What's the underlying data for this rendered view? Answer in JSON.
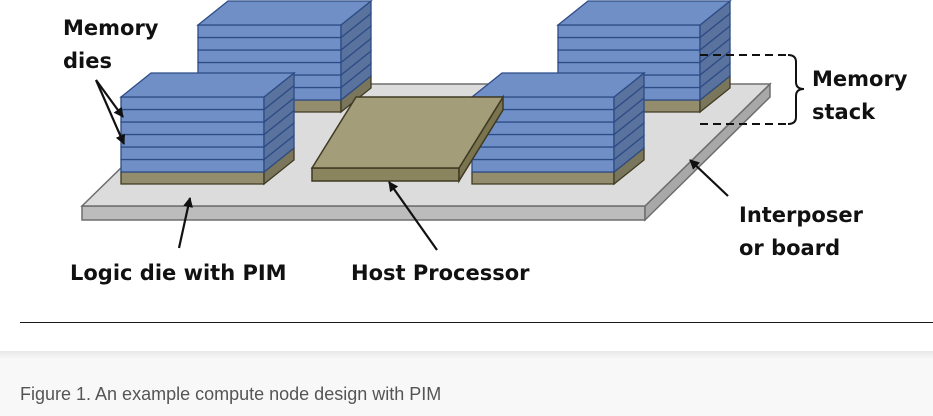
{
  "diagram": {
    "labels": {
      "memory_dies_line1": "Memory",
      "memory_dies_line2": "dies",
      "memory_stack_line1": "Memory",
      "memory_stack_line2": "stack",
      "interposer_line1": "Interposer",
      "interposer_line2": "or board",
      "logic_die": "Logic die with PIM",
      "host_processor": "Host Processor"
    },
    "colors": {
      "memory_die": "#6f8fc6",
      "memory_die_edge": "#2d4c86",
      "logic_die": "#a39d7a",
      "logic_die_edge": "#3f3a22",
      "board": "#dcdcdc",
      "board_edge": "#6e6e6e"
    }
  },
  "caption": "Figure 1. An example compute node design with PIM"
}
